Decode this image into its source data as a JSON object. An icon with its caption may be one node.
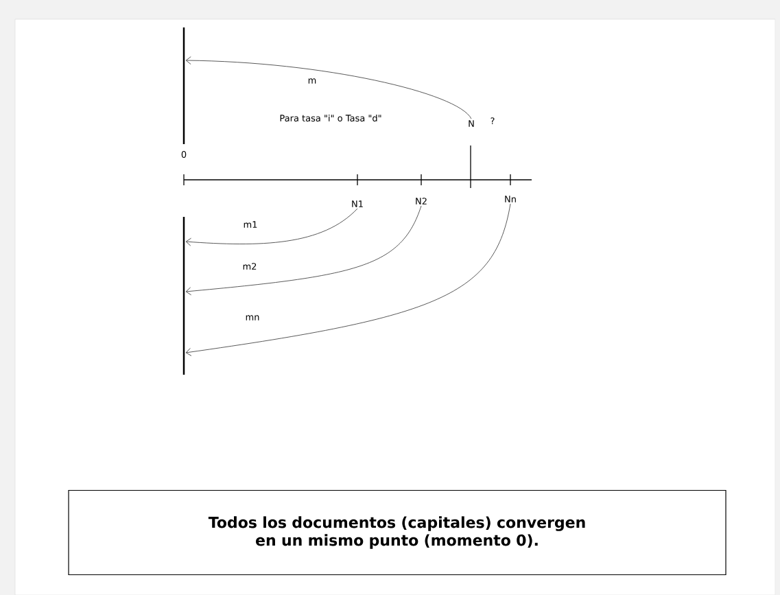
{
  "diagram": {
    "nodes": [
      {
        "text": [],
        "shape": "bar"
      },
      {
        "text": [
          "N"
        ],
        "beside": [
          "?"
        ]
      },
      {
        "text": [
          "N1"
        ]
      },
      {
        "text": [
          "N2"
        ]
      },
      {
        "text": [
          "Nn"
        ]
      },
      {
        "text": [],
        "shape": "bar"
      },
      {
        "text": [
          "Todos los documentos (capitales) convergen en un mismo punto (momento 0)."
        ]
      }
    ],
    "edges": [
      {
        "from": 1,
        "to": 0,
        "arrow": "to",
        "label": "m"
      },
      {
        "from": 2,
        "to": 5,
        "arrow": "to",
        "label": "m1"
      },
      {
        "from": 3,
        "to": 5,
        "arrow": "to",
        "label": "m2"
      },
      {
        "from": 4,
        "to": 5,
        "arrow": "to",
        "label": "mn"
      }
    ],
    "labels": [
      "Para tasa \"i\" o Tasa \"d\"",
      "0"
    ]
  }
}
